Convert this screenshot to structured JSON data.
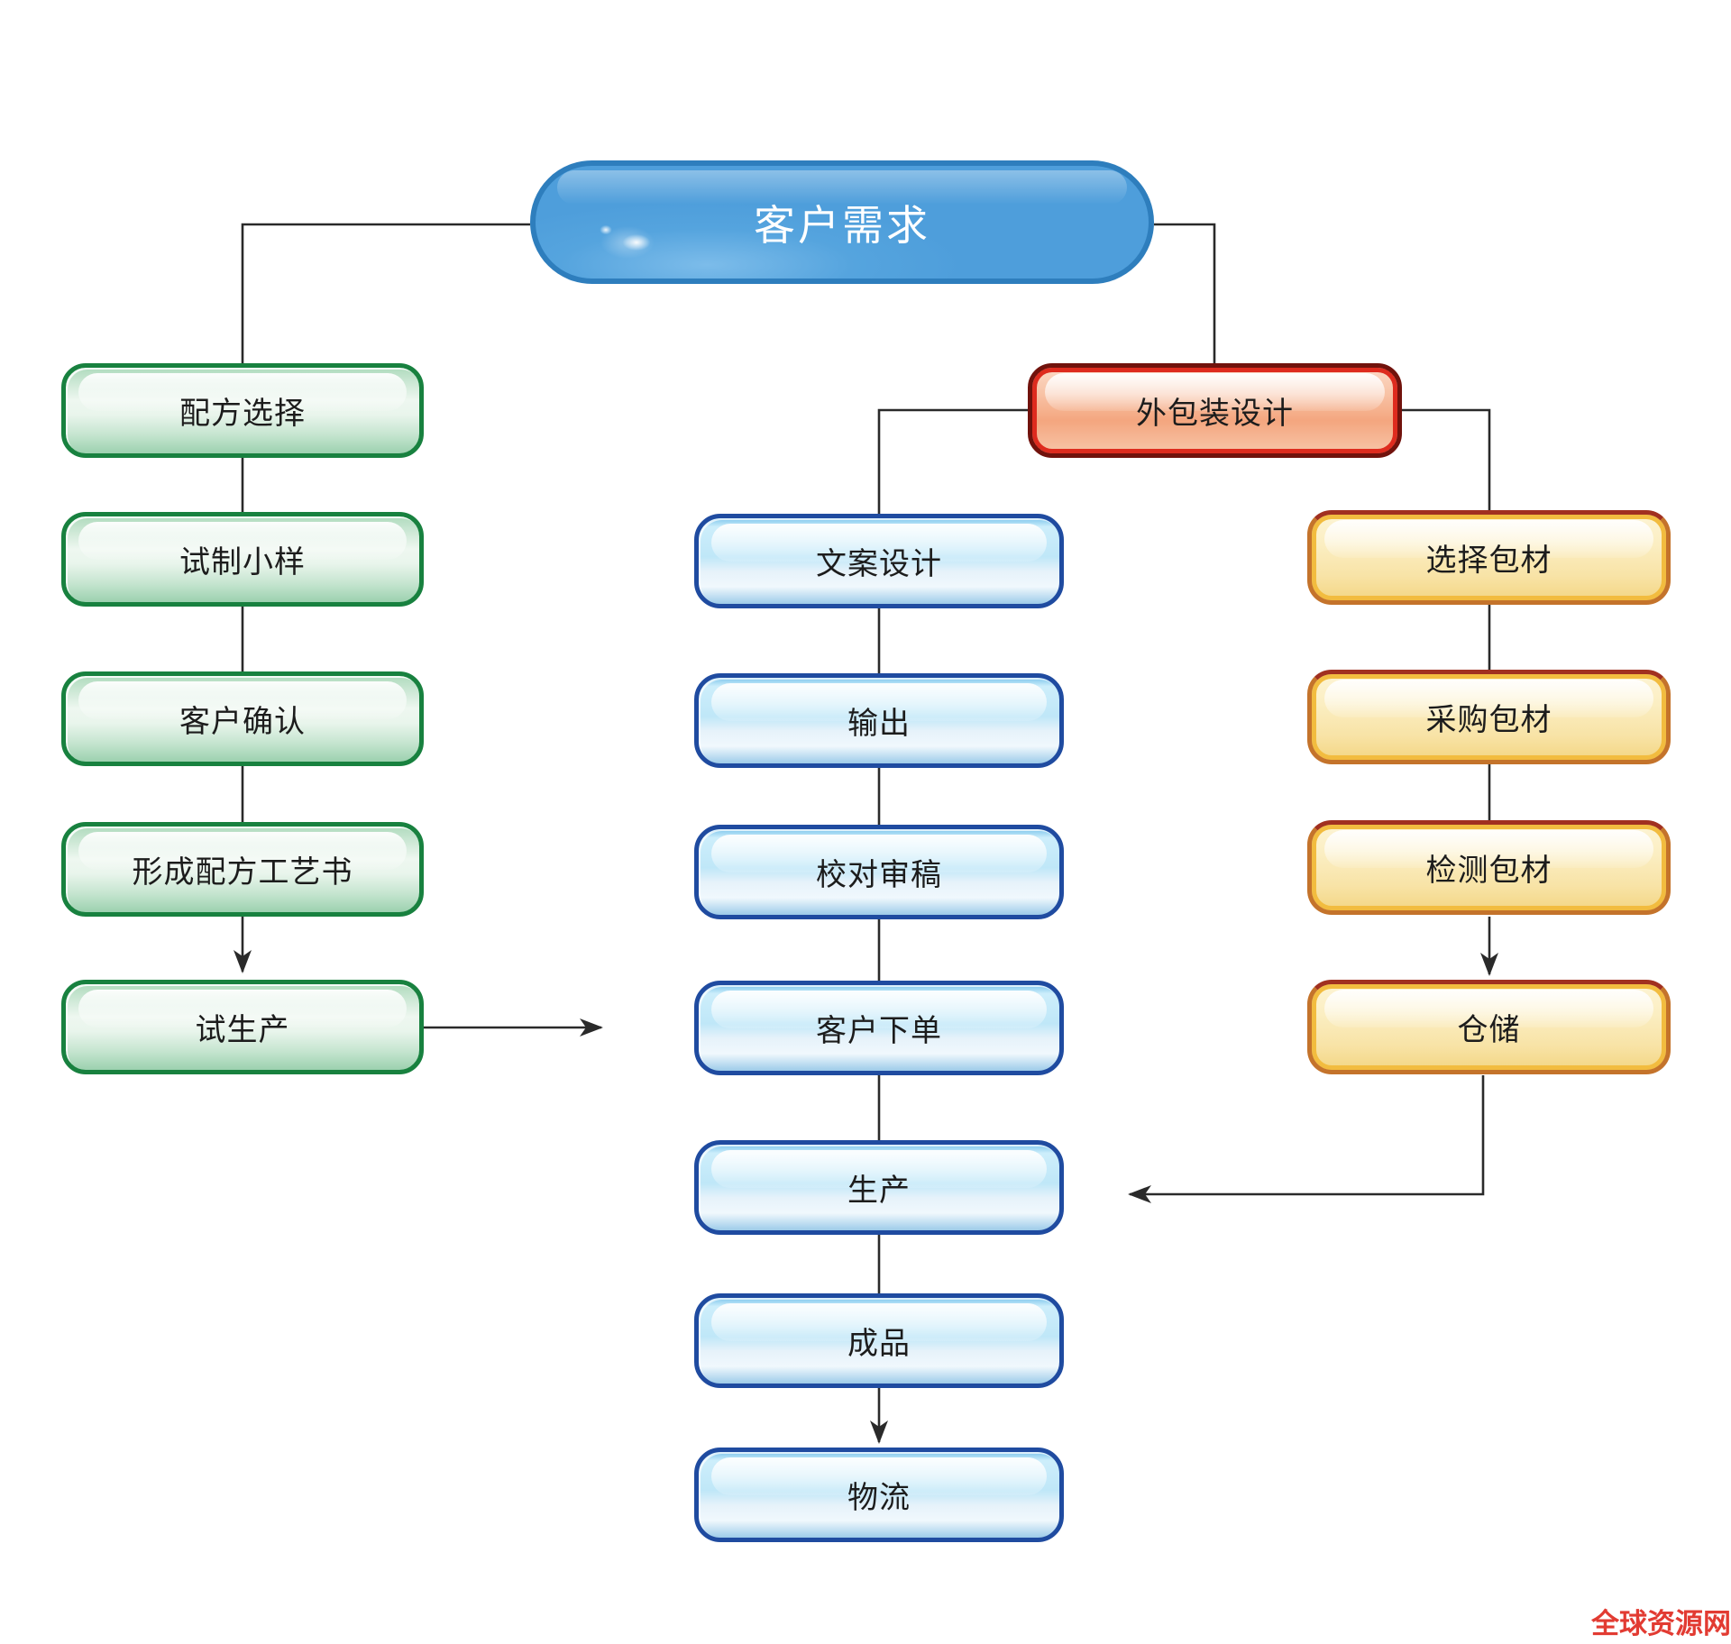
{
  "nodes": {
    "customer_demand": {
      "label": "客户需求"
    },
    "formula_selection": {
      "label": "配方选择"
    },
    "trial_sample": {
      "label": "试制小样"
    },
    "customer_confirm": {
      "label": "客户确认"
    },
    "formula_process_book": {
      "label": "形成配方工艺书"
    },
    "trial_production": {
      "label": "试生产"
    },
    "packaging_design": {
      "label": "外包装设计"
    },
    "copy_design": {
      "label": "文案设计"
    },
    "output": {
      "label": "输出"
    },
    "proofreading": {
      "label": "校对审稿"
    },
    "customer_order": {
      "label": "客户下单"
    },
    "production": {
      "label": "生产"
    },
    "finished_product": {
      "label": "成品"
    },
    "logistics": {
      "label": "物流"
    },
    "select_material": {
      "label": "选择包材"
    },
    "purchase_material": {
      "label": "采购包材"
    },
    "test_material": {
      "label": "检测包材"
    },
    "warehousing": {
      "label": "仓储"
    }
  },
  "watermark": {
    "text": "全球资源网"
  },
  "colors": {
    "pill_fill": "#4e9edb",
    "pill_border": "#2e7ebd",
    "green_border": "#18813f",
    "blue_border": "#1f4ba0",
    "yellow_border": "#c4732b",
    "yellow_inner_ring": "#f2bc3f",
    "red_border": "#71120c",
    "red_inner_ring": "#de2b1e",
    "connector": "#2a2a2a",
    "watermark_red": "#e23b32"
  }
}
